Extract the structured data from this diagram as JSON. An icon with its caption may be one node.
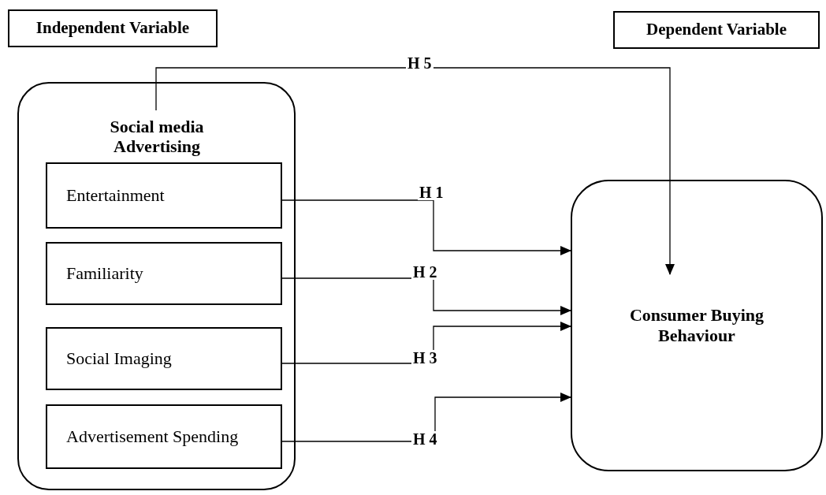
{
  "diagram": {
    "nodes": [
      {
        "text": [
          "Independent Variable"
        ]
      },
      {
        "text": [
          "Dependent Variable"
        ]
      },
      {
        "text": [
          "Social media Advertising"
        ]
      },
      {
        "text": [
          "Entertainment"
        ],
        "in": 2
      },
      {
        "text": [
          "Familiarity"
        ],
        "in": 2
      },
      {
        "text": [
          "Social Imaging"
        ],
        "in": 2
      },
      {
        "text": [
          "Advertisement Spending"
        ],
        "in": 2
      },
      {
        "text": [
          "Consumer Buying Behaviour"
        ]
      }
    ],
    "edges": [
      {
        "from": 3,
        "to": 7,
        "arrow": "to",
        "label": "H 1"
      },
      {
        "from": 4,
        "to": 7,
        "arrow": "to",
        "label": "H 2"
      },
      {
        "from": 5,
        "to": 7,
        "arrow": "to",
        "label": "H 3"
      },
      {
        "from": 6,
        "to": 7,
        "arrow": "to",
        "label": "H 4"
      },
      {
        "from": 2,
        "to": 7,
        "arrow": "to",
        "label": "H 5"
      }
    ]
  }
}
